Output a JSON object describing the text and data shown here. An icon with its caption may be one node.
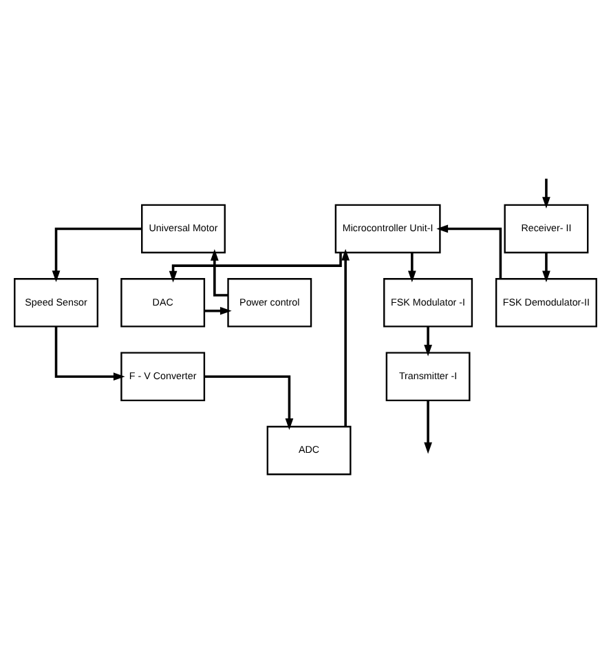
{
  "diagram": {
    "nodes": [
      {
        "text": [
          "Universal Motor"
        ]
      },
      {
        "text": [
          "Microcontroller Unit-I"
        ]
      },
      {
        "text": [
          "Speed Sensor"
        ]
      },
      {
        "text": [
          "F - V Converter"
        ]
      },
      {
        "text": [
          "ADC"
        ]
      },
      {
        "text": [
          "FSK Modulator -I"
        ]
      },
      {
        "text": [
          "Transmitter -I"
        ]
      },
      {
        "text": [
          "Receiver- II"
        ]
      },
      {
        "text": [
          "FSK Demodulator-II"
        ]
      },
      {
        "text": [
          "Power control"
        ]
      },
      {
        "text": [
          "DAC"
        ]
      }
    ],
    "edges": [
      {
        "from": 0,
        "to": 2,
        "arrow": "to"
      },
      {
        "from": 2,
        "to": 3,
        "arrow": "to"
      },
      {
        "from": 3,
        "to": 4,
        "arrow": "to"
      },
      {
        "from": 4,
        "to": 1,
        "arrow": "to"
      },
      {
        "from": 1,
        "to": 10,
        "arrow": "to"
      },
      {
        "from": 8,
        "to": 1,
        "arrow": "to"
      },
      {
        "from": 1,
        "to": 5,
        "arrow": "to"
      },
      {
        "from": 5,
        "to": 6,
        "arrow": "to"
      },
      {
        "from": 6,
        "to": null,
        "arrow": "to"
      },
      {
        "from": null,
        "to": 7,
        "arrow": "to"
      },
      {
        "from": 7,
        "to": 8,
        "arrow": "to"
      },
      {
        "from": 10,
        "to": 9,
        "arrow": "to"
      },
      {
        "from": 9,
        "to": 0,
        "arrow": "to"
      }
    ]
  }
}
